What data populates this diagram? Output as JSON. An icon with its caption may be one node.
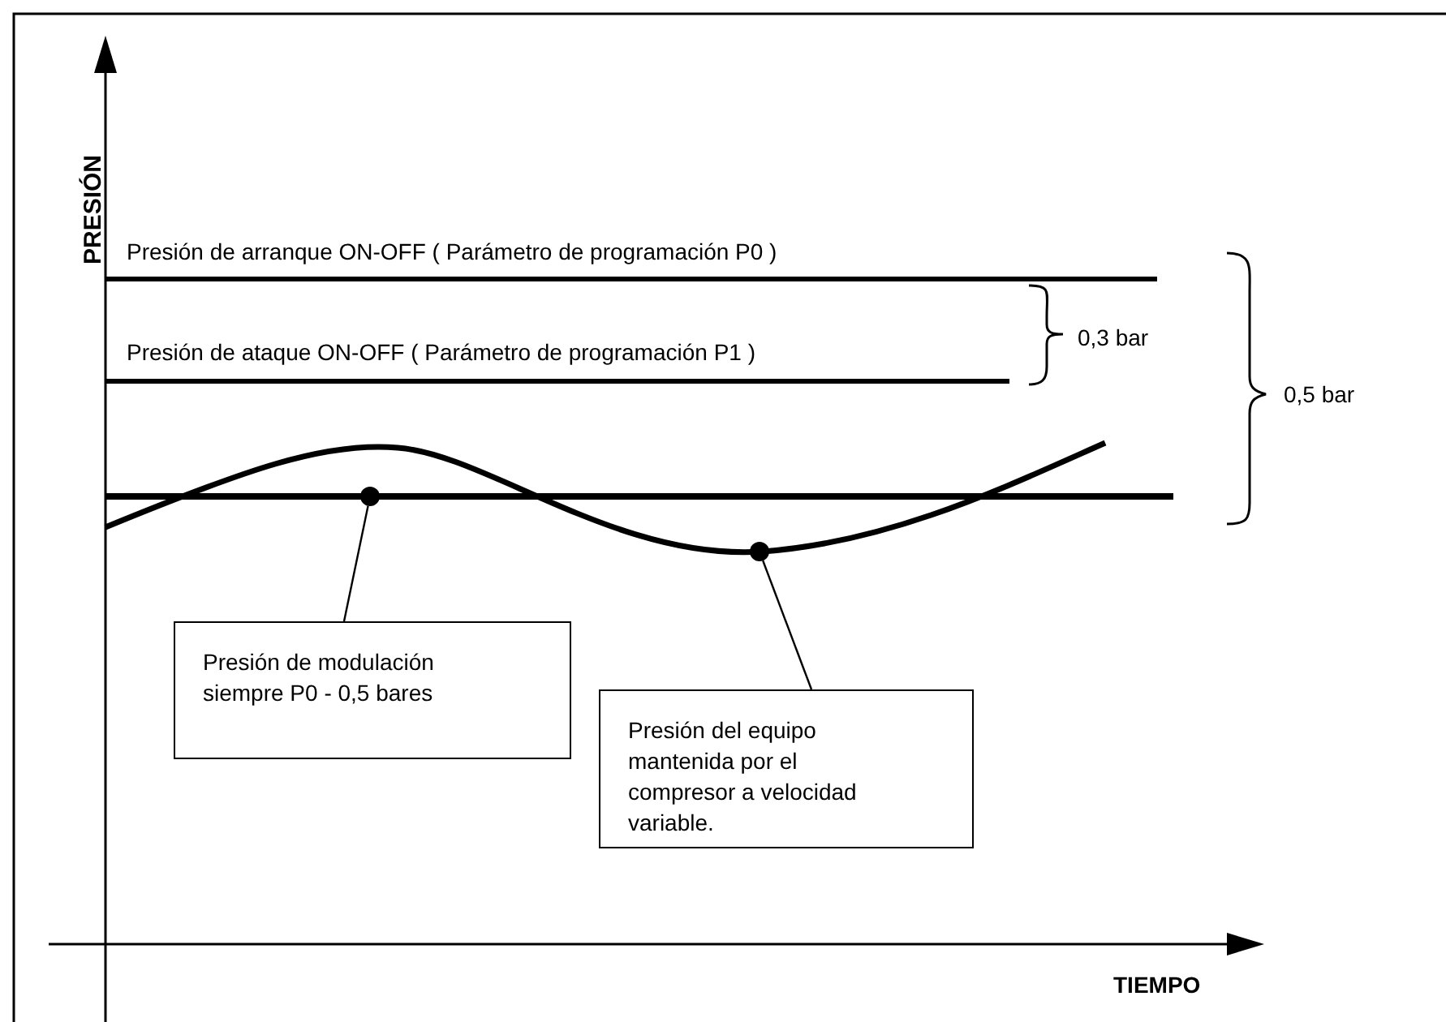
{
  "diagram": {
    "nodes": [
      {
        "text": [
          "Presión de modulación siempre P0 - 0,5 bares"
        ]
      },
      {
        "text": [
          "Presión del equipo mantenida por el compresor a velocidad variable."
        ]
      },
      {
        "text": [],
        "shape": "circle"
      },
      {
        "text": [],
        "shape": "circle"
      }
    ],
    "edges": [
      {
        "from": 0,
        "to": 2,
        "arrow": "none"
      },
      {
        "from": 1,
        "to": 3,
        "arrow": "none"
      }
    ],
    "labels": [
      "PRESIÓN",
      "Presión de arranque ON-OFF ( Parámetro de programación P0 )",
      "Presión de ataque ON-OFF ( Parámetro de programación P1 )",
      "0,3 bar",
      "0,5 bar",
      "TIEMPO"
    ]
  }
}
